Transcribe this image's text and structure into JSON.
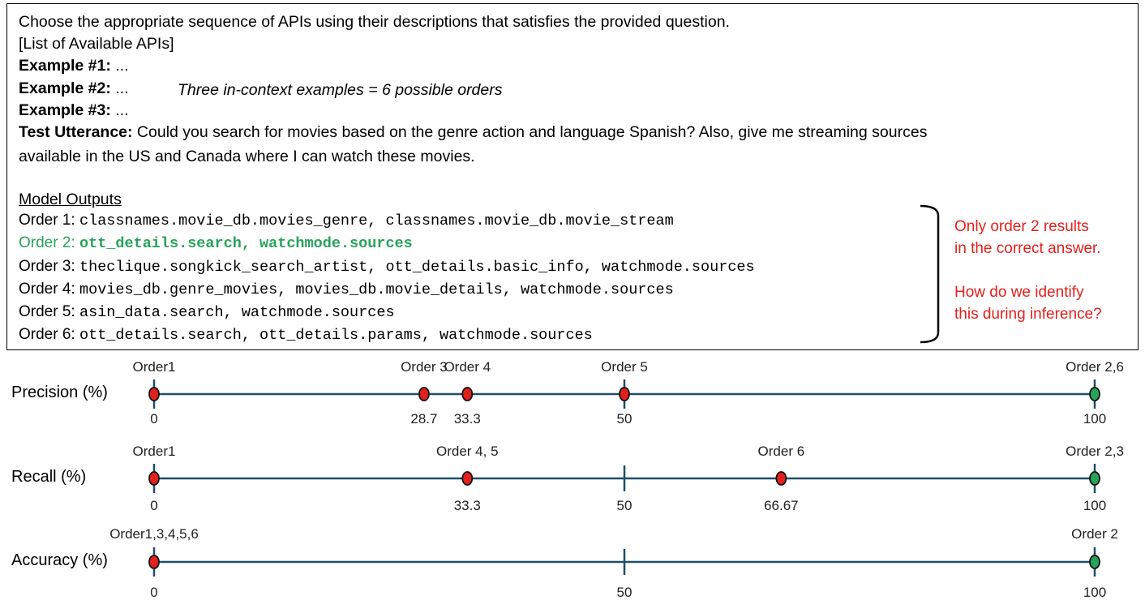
{
  "prompt": {
    "instruction": "Choose the appropriate sequence of APIs using their descriptions that satisfies the provided question.",
    "api_list": "[List of Available APIs]",
    "examples": [
      {
        "label": "Example #1:",
        "text": " ..."
      },
      {
        "label": "Example #2:",
        "text": " ..."
      },
      {
        "label": "Example #3:",
        "text": " ..."
      }
    ],
    "examples_note": "Three in-context examples = 6 possible orders",
    "test_label": "Test Utterance:",
    "test_line1": " Could you search for movies based on the genre action and language Spanish? Also, give me streaming sources",
    "test_line2": "available in the US and Canada where I can watch these movies.",
    "outputs_heading": "Model Outputs",
    "orders": [
      {
        "label": "Order 1: ",
        "apis": "classnames.movie_db.movies_genre, classnames.movie_db.movie_stream"
      },
      {
        "label": "Order 2: ",
        "apis": "ott_details.search, watchmode.sources"
      },
      {
        "label": "Order 3: ",
        "apis": "theclique.songkick_search_artist, ott_details.basic_info, watchmode.sources"
      },
      {
        "label": "Order 4: ",
        "apis": "movies_db.genre_movies, movies_db.movie_details, watchmode.sources"
      },
      {
        "label": "Order 5: ",
        "apis": "asin_data.search, watchmode.sources"
      },
      {
        "label": "Order 6: ",
        "apis": "ott_details.search, ott_details.params, watchmode.sources"
      }
    ],
    "note_lines": [
      "Only order 2 results",
      "in the correct answer.",
      "",
      "How do we identify",
      "this during inference?"
    ]
  },
  "colors": {
    "axis": "#1f4e66",
    "wrong": "#e3201c",
    "right": "#27a35a",
    "correct_text": "#27a35a",
    "note_text": "#e3201c"
  },
  "metrics": [
    {
      "label": "Precision (%)",
      "markers": [
        {
          "value": 0,
          "name": "Order1",
          "value_label": "0",
          "status": "wrong"
        },
        {
          "value": 28.7,
          "name": "Order 3",
          "value_label": "28.7",
          "status": "wrong"
        },
        {
          "value": 33.3,
          "name": "Order 4",
          "value_label": "33.3",
          "status": "wrong"
        },
        {
          "value": 50,
          "name": "Order 5",
          "value_label": "50",
          "status": "wrong"
        },
        {
          "value": 100,
          "name": "Order 2,6",
          "value_label": "100",
          "status": "right"
        }
      ],
      "ticks": []
    },
    {
      "label": "Recall (%)",
      "markers": [
        {
          "value": 0,
          "name": "Order1",
          "value_label": "0",
          "status": "wrong"
        },
        {
          "value": 33.3,
          "name": "Order 4, 5",
          "value_label": "33.3",
          "status": "wrong"
        },
        {
          "value": 66.67,
          "name": "Order 6",
          "value_label": "66.67",
          "status": "wrong"
        },
        {
          "value": 100,
          "name": "Order 2,3",
          "value_label": "100",
          "status": "right"
        }
      ],
      "ticks": [
        {
          "value": 50,
          "value_label": "50"
        }
      ]
    },
    {
      "label": "Accuracy (%)",
      "markers": [
        {
          "value": 0,
          "name": "Order1,3,4,5,6",
          "value_label": "0",
          "status": "wrong"
        },
        {
          "value": 100,
          "name": "Order 2",
          "value_label": "100",
          "status": "right"
        }
      ],
      "ticks": [
        {
          "value": 50,
          "value_label": "50"
        }
      ]
    }
  ]
}
